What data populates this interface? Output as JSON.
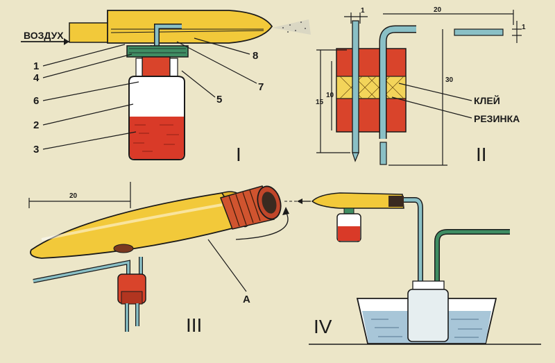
{
  "fig1": {
    "roman": "I",
    "air_label": "ВОЗДУХ",
    "callouts": [
      "1",
      "4",
      "6",
      "2",
      "3",
      "5",
      "7",
      "8"
    ]
  },
  "fig2": {
    "roman": "II",
    "glue_label": "КЛЕЙ",
    "rubber_label": "РЕЗИНКА",
    "dims": {
      "top_small": "1",
      "top_width": "20",
      "right_small": "1",
      "left_height": "15",
      "inner_height": "10",
      "right_height": "30"
    }
  },
  "fig3": {
    "roman": "III",
    "length_dim": "20",
    "part_label": "A"
  },
  "fig4": {
    "roman": "IV"
  },
  "colors": {
    "background": "#ece6c8",
    "yellow_body": "#f2c93a",
    "red_rubber": "#d9442b",
    "liquid_red": "#d93a28",
    "tube_blue": "#8ac0c6",
    "water_blue": "#a8c6d8",
    "cap_green": "#3f8d63"
  }
}
